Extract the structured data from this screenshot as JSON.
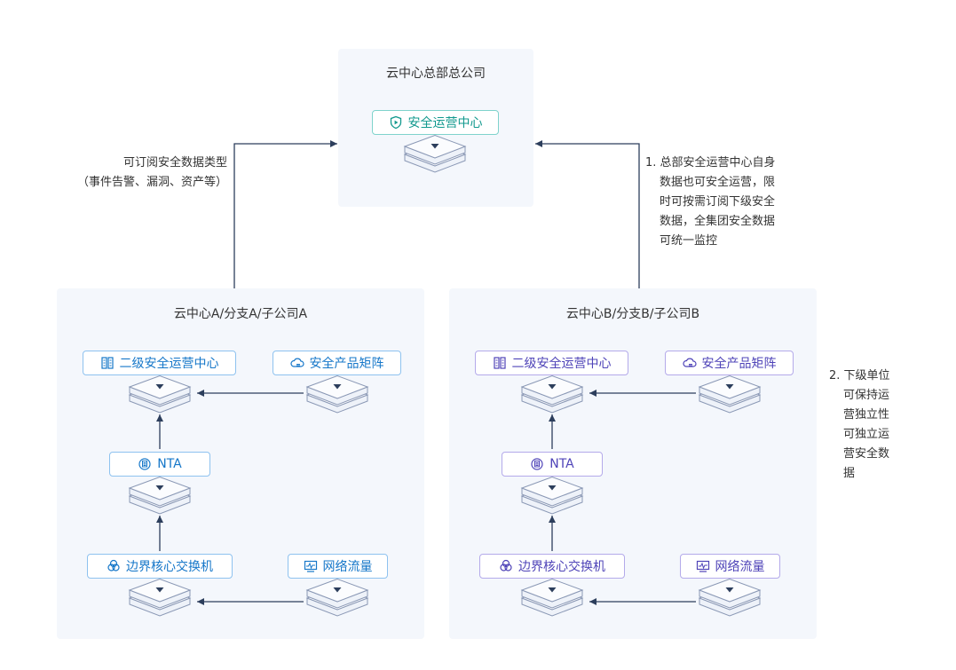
{
  "hq": {
    "title": "云中心总部总公司",
    "soc": {
      "label": "安全运营中心",
      "icon": "shield-play-icon"
    }
  },
  "branch_a": {
    "title": "云中心A/分支A/子公司A",
    "soc": {
      "label": "二级安全运营中心",
      "icon": "building-icon"
    },
    "products": {
      "label": "安全产品矩阵",
      "icon": "cloud-icon"
    },
    "nta": {
      "label": "NTA",
      "icon": "nta-icon"
    },
    "switch": {
      "label": "边界核心交换机",
      "icon": "switch-icon"
    },
    "traffic": {
      "label": "网络流量",
      "icon": "monitor-icon"
    }
  },
  "branch_b": {
    "title": "云中心B/分支B/子公司B",
    "soc": {
      "label": "二级安全运营中心",
      "icon": "building-icon"
    },
    "products": {
      "label": "安全产品矩阵",
      "icon": "cloud-icon"
    },
    "nta": {
      "label": "NTA",
      "icon": "nta-icon"
    },
    "switch": {
      "label": "边界核心交换机",
      "icon": "switch-icon"
    },
    "traffic": {
      "label": "网络流量",
      "icon": "monitor-icon"
    }
  },
  "notes": {
    "left": [
      "可订阅安全数据类型",
      "（事件告警、漏洞、资产等）"
    ],
    "right": [
      "1. 总部安全运营中心自身",
      "数据也可安全运营，限",
      "时可按需订阅下级安全",
      "数据，全集团安全数据",
      "可统一监控"
    ],
    "far_right": [
      "2. 下级单位",
      "可保持运",
      "营独立性",
      "可独立运",
      "营安全数",
      "据"
    ]
  },
  "colors": {
    "teal": "#12998e",
    "blue": "#1677c9",
    "purple": "#4f44b8",
    "arrow": "#2c3e5c",
    "panel": "#f4f7fc"
  }
}
